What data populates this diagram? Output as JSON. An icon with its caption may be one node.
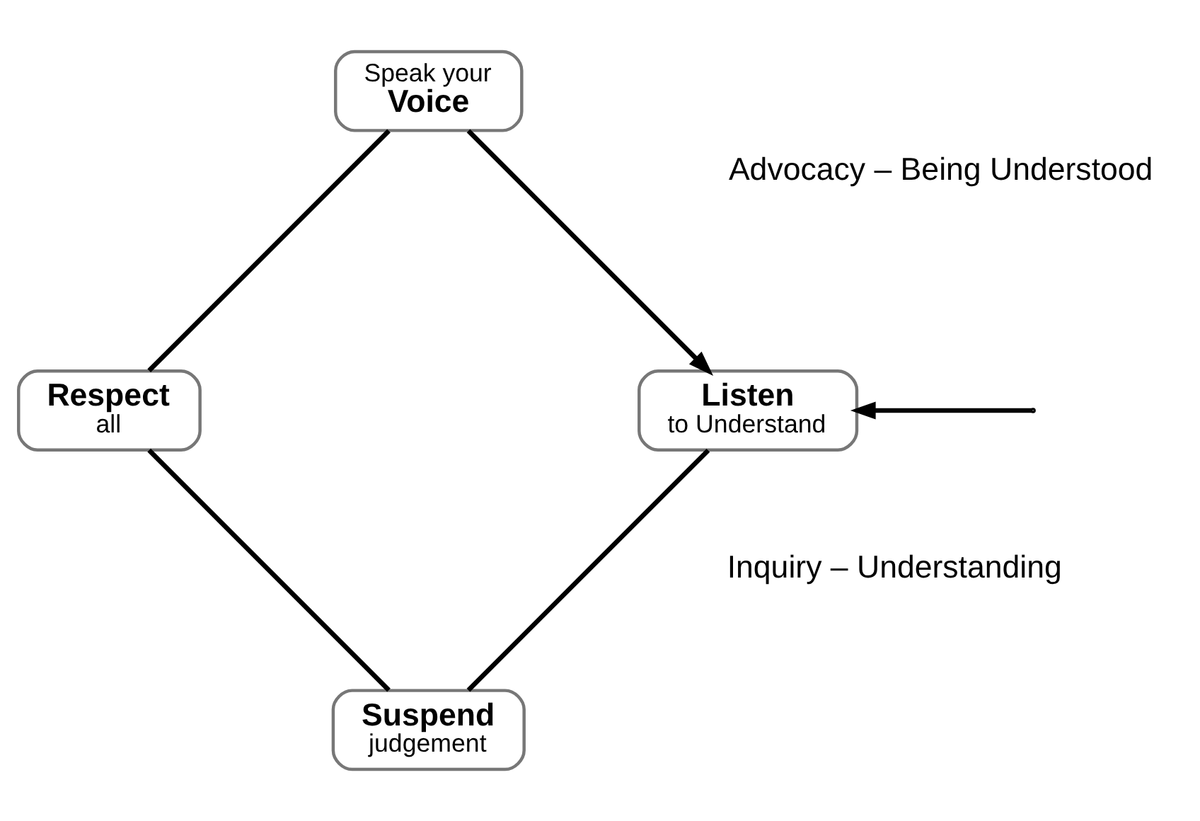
{
  "diagram": {
    "nodes": [
      {
        "text": [
          "Listen",
          "to Understand"
        ]
      },
      {
        "text": [
          "Suspend",
          "judgement"
        ]
      },
      {
        "text": [
          "Respect",
          "all"
        ]
      },
      {
        "text": [
          "Speak your",
          "Voice"
        ]
      }
    ],
    "edges": [
      {
        "from": null,
        "to": 0,
        "arrow": "to"
      },
      {
        "from": 0,
        "to": 1,
        "arrow": "none"
      },
      {
        "from": 1,
        "to": 2,
        "arrow": "none"
      },
      {
        "from": 2,
        "to": 3,
        "arrow": "none"
      },
      {
        "from": 3,
        "to": 0,
        "arrow": "to"
      }
    ],
    "labels": [
      "Inquiry – Understanding",
      "Advocacy – Being Understood"
    ]
  }
}
